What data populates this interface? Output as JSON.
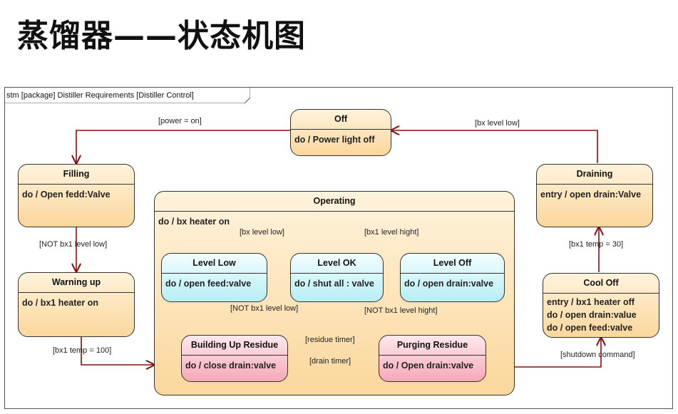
{
  "page_title": "蒸馏器——状态机图",
  "frame_label": "stm [package] Distiller Requirements [Distiller Control]",
  "states": {
    "off": {
      "name": "Off",
      "activity": "do / Power light off"
    },
    "filling": {
      "name": "Filling",
      "activity": "do / Open fedd:Valve"
    },
    "warning_up": {
      "name": "Warning up",
      "activity": "do / bx1 heater on"
    },
    "operating": {
      "name": "Operating",
      "activity": "do / bx heater on"
    },
    "level_low": {
      "name": "Level Low",
      "activity": "do / open feed:valve"
    },
    "level_ok": {
      "name": "Level OK",
      "activity": "do / shut all : valve"
    },
    "level_off": {
      "name": "Level Off",
      "activity": "do / open drain:valve"
    },
    "building_up_residue": {
      "name": "Building Up Residue",
      "activity": "do / close drain:valve"
    },
    "purging_residue": {
      "name": "Purging Residue",
      "activity": "do / Open drain:valve"
    },
    "draining": {
      "name": "Draining",
      "activity": "entry / open drain:Valve"
    },
    "cool_off": {
      "name": "Cool Off",
      "activities": [
        "entry / bx1 heater off",
        "do / open drain:value",
        "do / open feed:valve"
      ]
    }
  },
  "transitions": {
    "power_on": "[power = on]",
    "bx_level_low_top": "[bx level low]",
    "not_bx1_level_low_left": "[NOT bx1 level low]",
    "bx1_temp_100": "[bx1 temp = 100]",
    "bx_level_low_inner": "[bx level low]",
    "bx1_level_hight": "[bx1 level hight]",
    "not_bx1_level_low_inner": "[NOT bx1 level low]",
    "not_bx1_level_hight": "[NOT bx1 level hight]",
    "residue_timer": "[residue timer]",
    "drain_timer": "[drain timer]",
    "bx1_temp_30": "[bx1 temp = 30]",
    "shutdown_command": "[shutdown command]"
  },
  "colors": {
    "transition": "#8b0d0d",
    "state_fill": "#fbd79c",
    "level_fill": "#b7eef6",
    "residue_fill": "#f6a9b7"
  }
}
